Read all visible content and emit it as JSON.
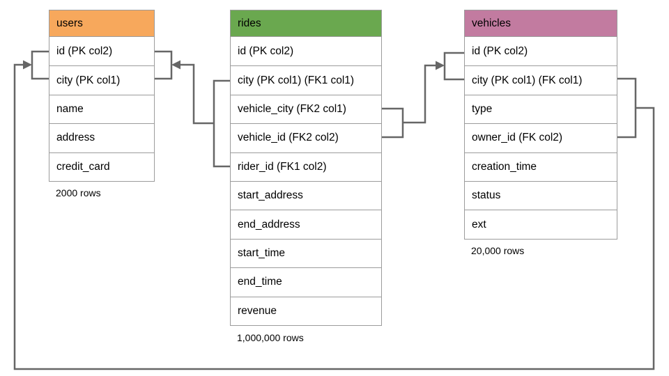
{
  "colors": {
    "connector": "#666666",
    "table_border": "#9b9b9b",
    "users_header": "#f7a85c",
    "rides_header": "#6aa84f",
    "vehicles_header": "#c27ba0"
  },
  "tables": [
    {
      "title": "users",
      "header_color": "#f7a85c",
      "rows": [
        "id (PK col2)",
        "city (PK col1)",
        "name",
        "address",
        "credit_card"
      ],
      "row_count_label": "2000 rows"
    },
    {
      "title": "rides",
      "header_color": "#6aa84f",
      "rows": [
        "id (PK col2)",
        "city (PK col1) (FK1 col1)",
        "vehicle_city (FK2 col1)",
        "vehicle_id (FK2 col2)",
        "rider_id (FK1 col2)",
        "start_address",
        "end_address",
        "start_time",
        "end_time",
        "revenue"
      ],
      "row_count_label": "1,000,000 rows"
    },
    {
      "title": "vehicles",
      "header_color": "#c27ba0",
      "rows": [
        "id (PK col2)",
        "city (PK col1) (FK col1)",
        "type",
        "owner_id (FK col2)",
        "creation_time",
        "status",
        "ext"
      ],
      "row_count_label": "20,000 rows"
    }
  ],
  "relationships": [
    {
      "from": "rides (FK1: city, rider_id)",
      "to": "users (PK: id, city)"
    },
    {
      "from": "rides (FK2: vehicle_city, vehicle_id)",
      "to": "vehicles (PK: id, city)"
    },
    {
      "from": "vehicles (FK: city, owner_id)",
      "to": "users (PK: id, city)"
    }
  ]
}
